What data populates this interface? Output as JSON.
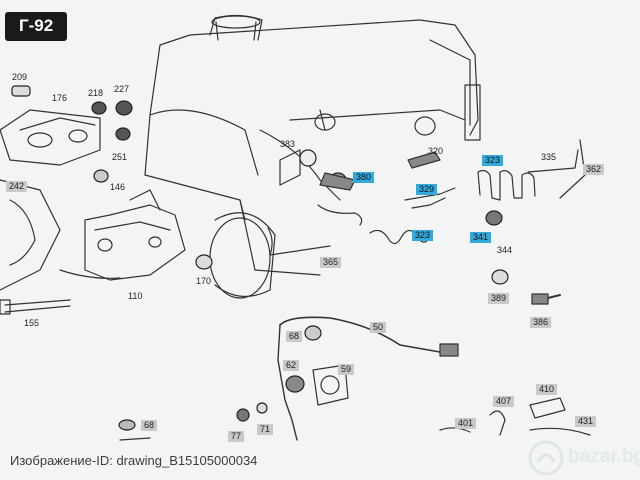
{
  "badge": {
    "text": "Г-92"
  },
  "caption": {
    "text": "Изображение-ID: drawing_B15105000034"
  },
  "watermark": {
    "text": "bazar.bg"
  },
  "colors": {
    "blue_tag": "#33aadd",
    "gray_tag": "#c9c9c9",
    "lines": "#333333",
    "badge_bg": "#1a1a1a"
  },
  "parts": {
    "p209": "209",
    "p176": "176",
    "p218": "218",
    "p227": "227",
    "p251": "251",
    "p146": "146",
    "p242": "242",
    "p110": "110",
    "p155": "155",
    "p170": "170",
    "p383": "383",
    "p380": "380",
    "p329": "329",
    "p320": "320",
    "p323a": "323",
    "p323b": "323",
    "p335": "335",
    "p362": "362",
    "p341": "341",
    "p344": "344",
    "p365": "365",
    "p389": "389",
    "p386": "386",
    "p50": "50",
    "p68a": "68",
    "p62": "62",
    "p59": "59",
    "p410": "410",
    "p407": "407",
    "p401": "401",
    "p431": "431",
    "p68b": "68",
    "p77": "77",
    "p71": "71"
  }
}
